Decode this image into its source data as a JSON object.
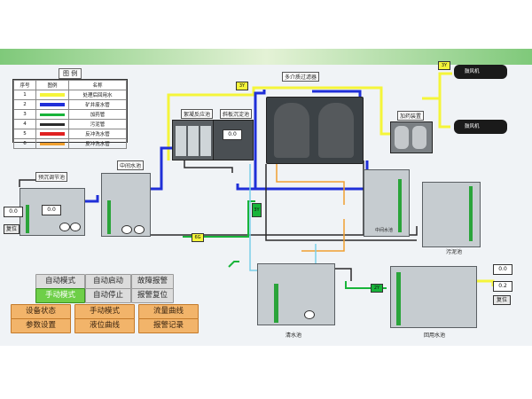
{
  "legend": {
    "title": "图 例",
    "headers": [
      "序号",
      "图例",
      "名称"
    ],
    "rows": [
      {
        "no": "1",
        "name": "处理后回用水"
      },
      {
        "no": "2",
        "name": "矿井废水管"
      },
      {
        "no": "3",
        "name": "加药管"
      },
      {
        "no": "4",
        "name": "污泥管"
      },
      {
        "no": "5",
        "name": "反冲洗水管"
      },
      {
        "no": "6",
        "name": "反冲洗水管"
      }
    ]
  },
  "equipment": {
    "pre_settle": "预沉调节池",
    "mid_tank": "中间水池",
    "dosing": "絮凝反应池",
    "inclined": "斜板沉淀池",
    "filter": "多介质过滤器",
    "chem": "加药装置",
    "mid_pool": "中间水池",
    "sludge": "污泥池",
    "clean": "清水池",
    "reuse": "回用水池",
    "fan_label": "鼓风机"
  },
  "readings": {
    "left": "0.0",
    "pre_level": "0.0",
    "dosing_val": "0.0",
    "right_top": "0.0",
    "right_val": "0.2",
    "reset_left": "复位",
    "reset_right": "复位"
  },
  "valve_tags": [
    "3Y",
    "3Y",
    "3Y",
    "6G",
    "2Y"
  ],
  "buttons_gray": [
    "自动模式",
    "自动启动",
    "故障报警",
    "手动模式",
    "自动停止",
    "报警复位"
  ],
  "buttons_orange": [
    "设备状态",
    "手动模式",
    "流量曲线",
    "参数设置",
    "液位曲线",
    "报警记录"
  ],
  "colors": {
    "reuse_pipe": "#f5f53a",
    "waste_pipe": "#1f2fd8",
    "dosing_pipe": "#18b43a",
    "sludge_pipe": "#2b2b2b",
    "backwash_pipe": "#f0a030",
    "backwash_pipe2": "#e02020",
    "aux_pipe": "#7ad0e8"
  }
}
